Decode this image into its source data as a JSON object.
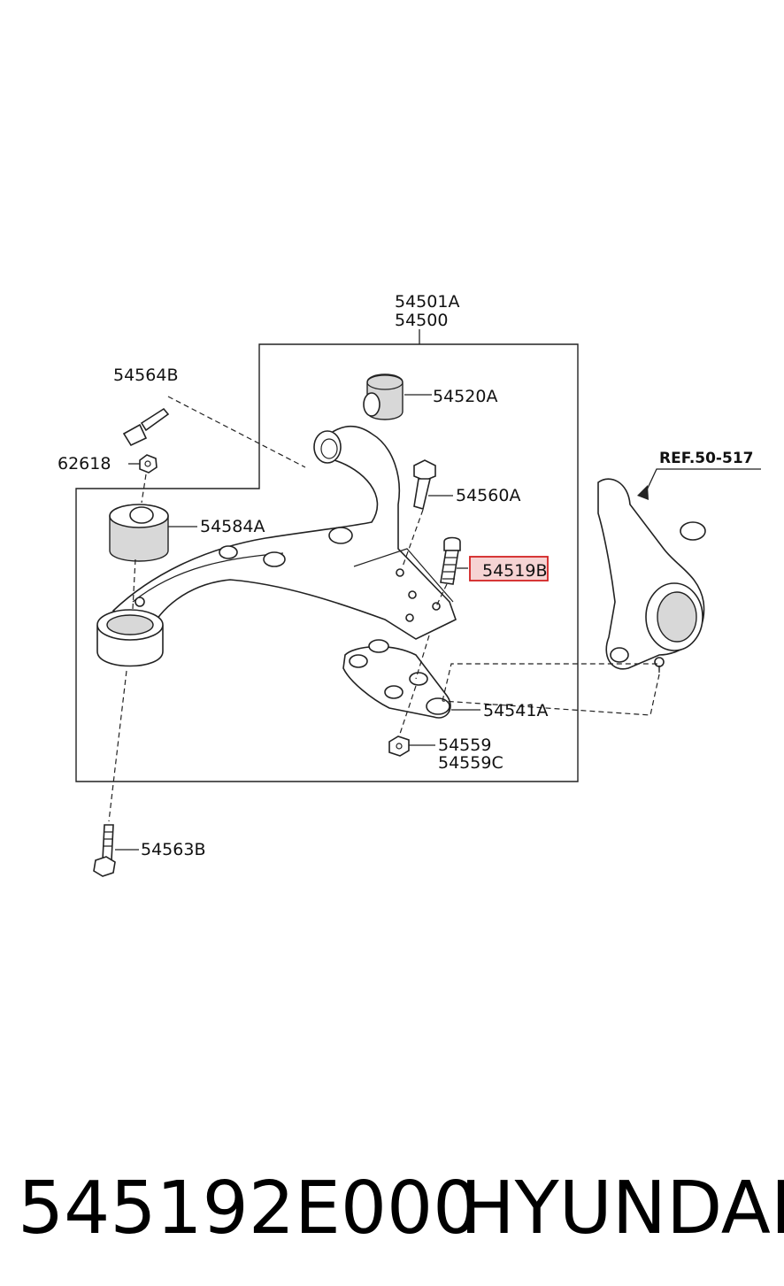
{
  "callouts": {
    "c54501A": "54501A",
    "c54500": "54500",
    "c54564B": "54564B",
    "c54520A": "54520A",
    "c62618": "62618",
    "c54560A": "54560A",
    "c54584A": "54584A",
    "c54519B": "54519B",
    "c54541A": "54541A",
    "c54559": "54559",
    "c54559C": "54559C",
    "c54563B": "54563B",
    "ref": "REF.50-517"
  },
  "footer": {
    "part_number": "545192E000",
    "brand": "HYUNDAI"
  },
  "colors": {
    "highlight_stroke": "#d22222",
    "highlight_fill": "#f6d3d3",
    "line": "#222222"
  }
}
